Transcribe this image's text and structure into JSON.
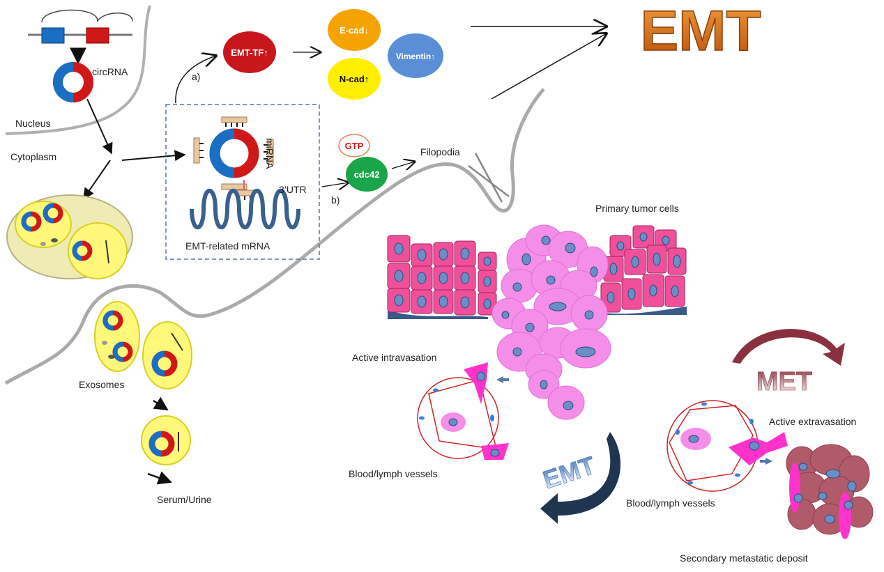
{
  "labels": {
    "circrna": "circRNA",
    "nucleus": "Nucleus",
    "cytoplasm": "Cytoplasm",
    "a": "a)",
    "b": "b)",
    "emt_tf": "EMT-TF↑",
    "ecad": "E-cad↓",
    "ncad": "N-cad↑",
    "vimentin": "Vimentin↑",
    "emt_title": "EMT",
    "mirna": "miRNA",
    "utr": "3’UTR",
    "emt_mrna": "EMT-related mRNA",
    "gtp": "GTP",
    "cdc42": "cdc42",
    "filopodia": "Filopodia",
    "primary_tumor": "Primary tumor cells",
    "active_intravasation": "Active intravasation",
    "blood_vessels_left": "Blood/lymph vessels",
    "blood_vessels_right": "Blood/lymph vessels",
    "met": "MET",
    "emt_cycle": "EMT",
    "active_extravasation": "Active extravasation",
    "secondary_deposit": "Secondary metastatic deposit",
    "exosomes": "Exosomes",
    "serum_urine": "Serum/Urine"
  },
  "colors": {
    "red": "#d01818",
    "blue": "#1a6fc4",
    "emt_tf": "#c8161d",
    "ecad": "#f4a300",
    "ncad": "#ffee00",
    "vimentin": "#5a8fd6",
    "cdc42": "#1aa54a",
    "magenta": "#ff33cc",
    "pink_cell": "#f0509a",
    "mauve": "#b05a6a",
    "membrane": "#aaaaaa",
    "emt_orange": "#d96a10"
  }
}
